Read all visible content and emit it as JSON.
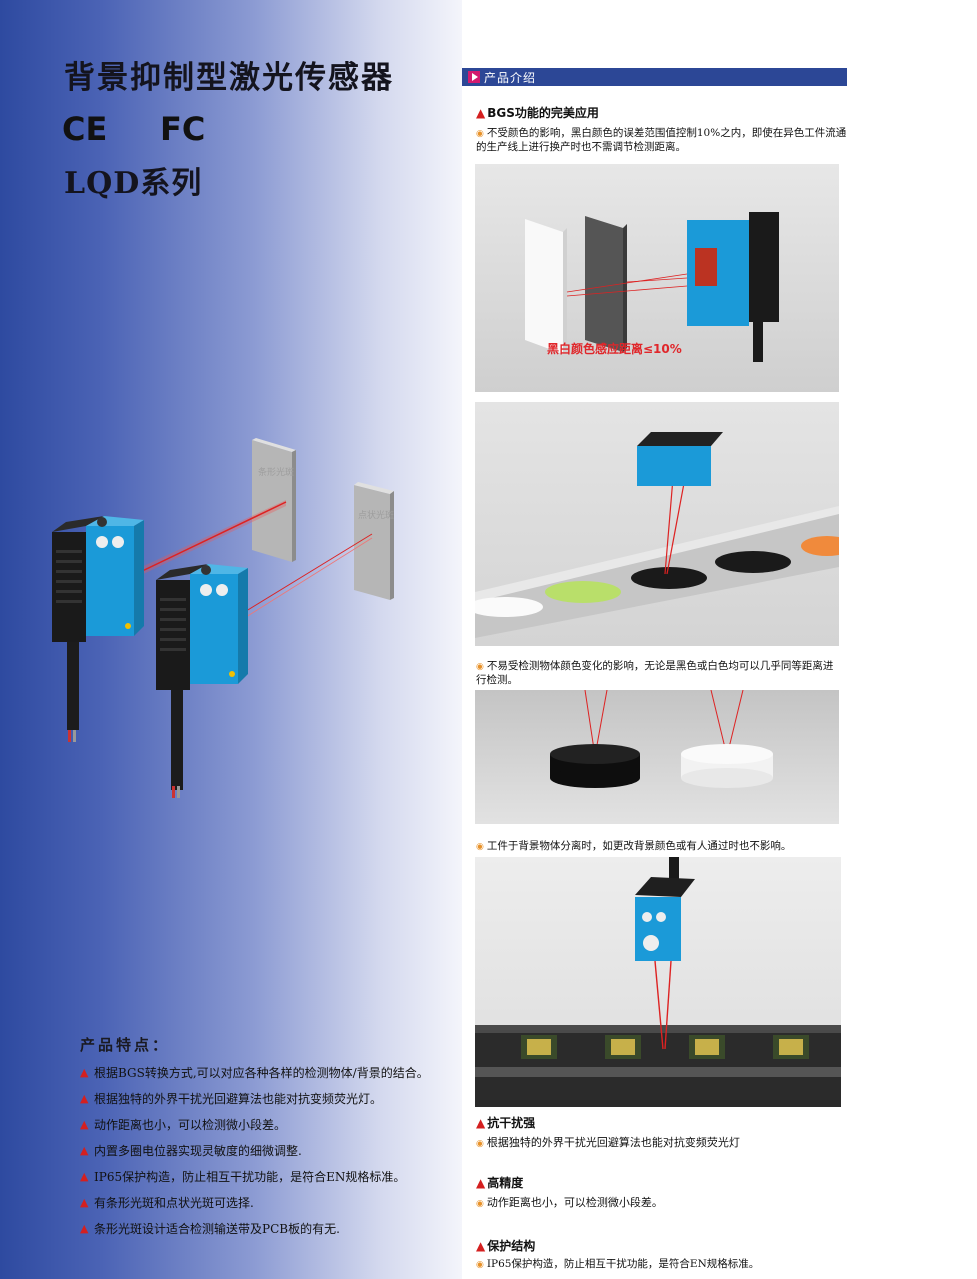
{
  "header": {
    "title": "背景抑制型激光传感器",
    "cert_ce": "CE",
    "cert_fc": "FC",
    "series": "LQD系列"
  },
  "hero": {
    "strip_label": "条形光斑",
    "dot_label": "点状光斑"
  },
  "features": {
    "title": "产品特点：",
    "items": [
      "根据BGS转换方式,可以对应各种各样的检测物体/背景的结合。",
      "根据独特的外界干扰光回避算法也能对抗变频荧光灯。",
      "动作距离也小，可以检测微小段差。",
      "内置多圈电位器实现灵敏度的细微调整.",
      "IP65保护构造，防止相互干扰功能，是符合EN规格标准。",
      "有条形光斑和点状光斑可选择.",
      "条形光斑设计适合检测输送带及PCB板的有无."
    ]
  },
  "intro": {
    "section_label": "产品介绍",
    "bgs_heading": "BGS功能的完美应用",
    "bgs_text": "不受颜色的影响，黑白颜色的误差范围值控制10%之内，即使在异色工件流通的生产线上进行换产时也不需调节检测距离。",
    "img1_caption": "黑白颜色感应距离≤10%",
    "color_text": "不易受检测物体颜色变化的影响，无论是黑色或白色均可以几乎同等距离进行检测。",
    "bg_text": "工件于背景物体分离时，如更改背景颜色或有人通过时也不影响。",
    "anti_heading": "抗干扰强",
    "anti_text": "根据独特的外界干扰光回避算法也能对抗变频荧光灯",
    "precision_heading": "高精度",
    "precision_text": "动作距离也小，可以检测微小段差。",
    "protect_heading": "保护结构",
    "protect_text": "IP65保护构造，防止相互干扰功能，是符合EN规格标准。"
  },
  "colors": {
    "accent_red": "#d42020",
    "bar_blue": "#2c4796",
    "sensor_blue": "#1b9ad8"
  }
}
